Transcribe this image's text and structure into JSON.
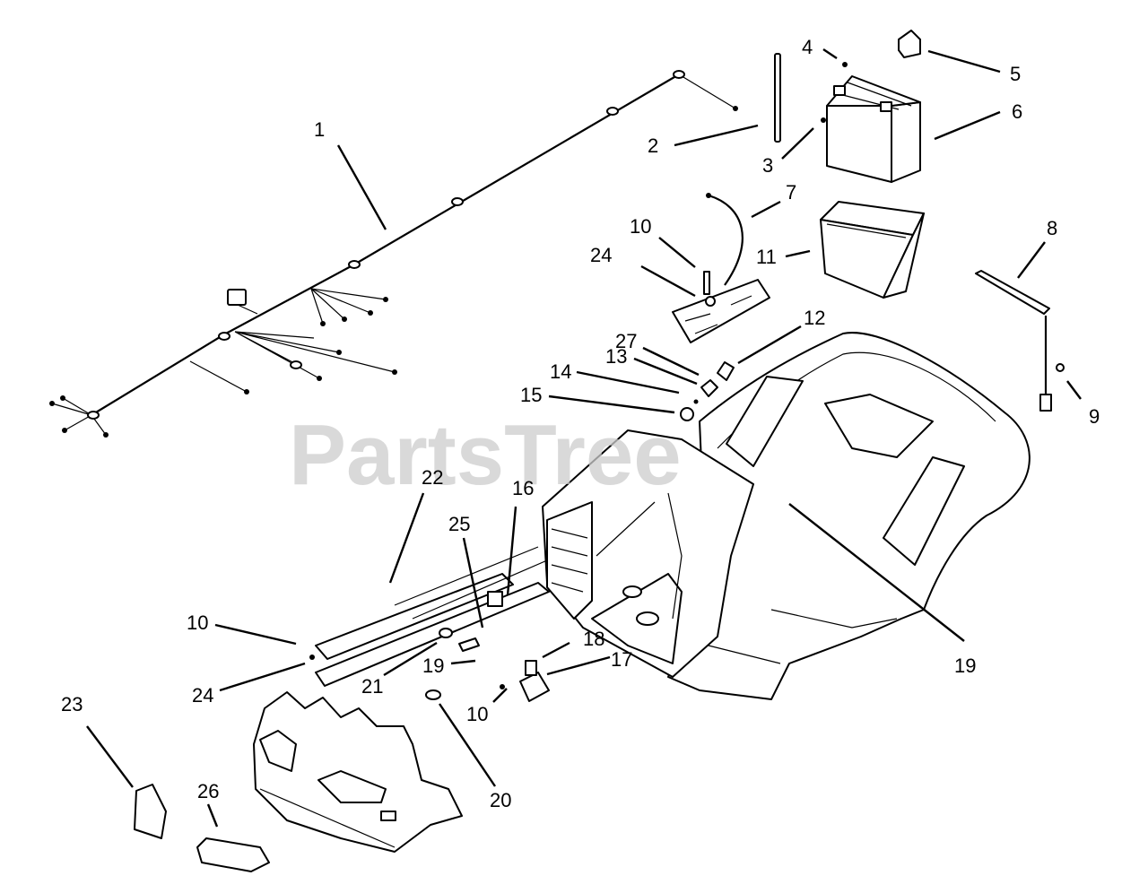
{
  "watermark": "PartsTree",
  "callouts": {
    "c1": "1",
    "c2": "2",
    "c3": "3",
    "c4": "4",
    "c5": "5",
    "c6": "6",
    "c7": "7",
    "c8": "8",
    "c9": "9",
    "c10a": "10",
    "c10b": "10",
    "c10c": "10",
    "c11": "11",
    "c12": "12",
    "c13": "13",
    "c14": "14",
    "c15": "15",
    "c16": "16",
    "c17": "17",
    "c18": "18",
    "c19a": "19",
    "c19b": "19",
    "c20": "20",
    "c21": "21",
    "c22": "22",
    "c23": "23",
    "c24a": "24",
    "c24b": "24",
    "c25": "25",
    "c26": "26",
    "c27": "27"
  }
}
